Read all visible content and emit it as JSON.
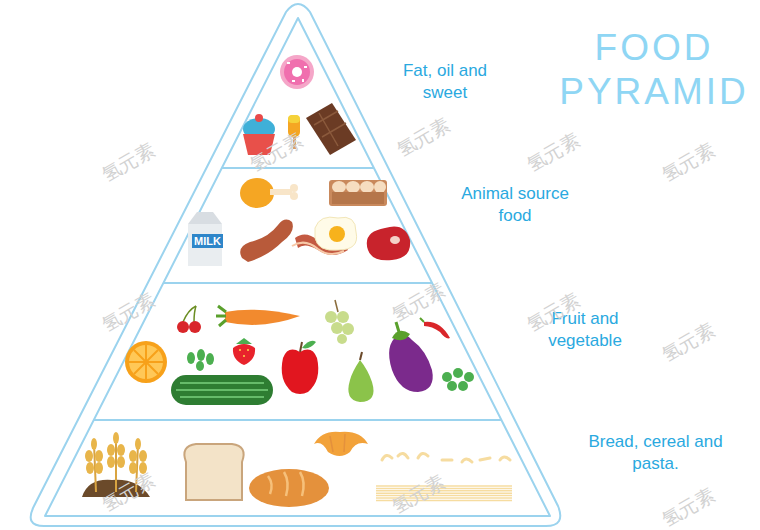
{
  "diagram": {
    "title": "FOOD PYRAMID",
    "nodes": [
      {
        "text": [
          "Fat, oil and sweet"
        ]
      },
      {
        "text": [
          "Animal source food"
        ]
      },
      {
        "text": [
          "Fruit and vegetable"
        ]
      },
      {
        "text": [
          "Bread, cereal and pasta."
        ]
      }
    ],
    "labels": [
      "MILK",
      "氢元素",
      "氢元素",
      "氢元素",
      "氢元素",
      "氢元素",
      "氢元素",
      "氢元素",
      "氢元素",
      "氢元素",
      "氢元素",
      "氢元素",
      "氢元素"
    ]
  }
}
